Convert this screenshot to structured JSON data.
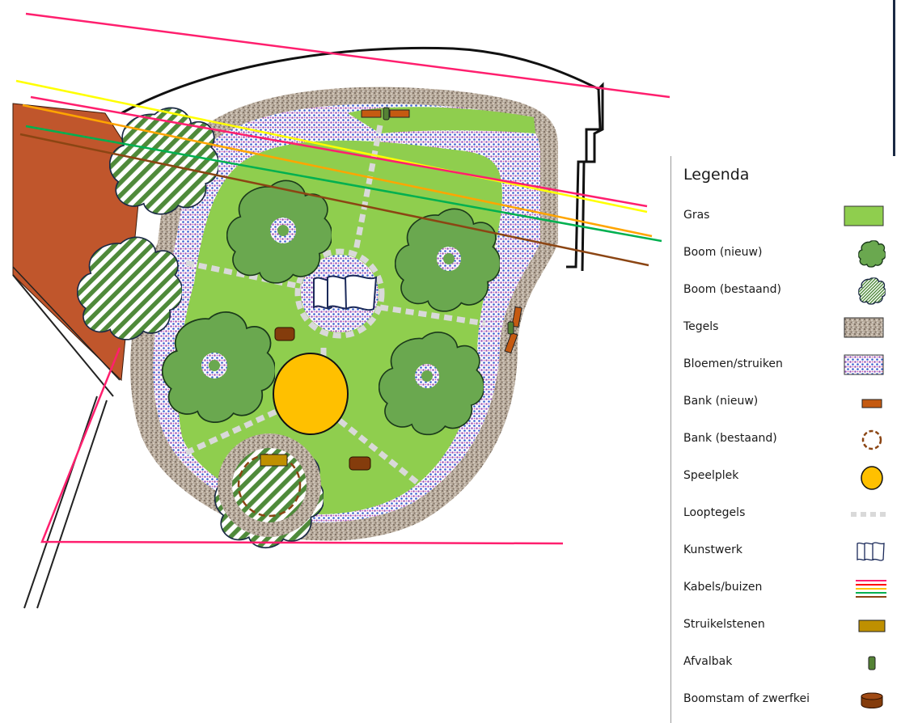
{
  "legend": {
    "title": "Legenda",
    "items": [
      {
        "label": "Gras",
        "icon": "grass-swatch-icon"
      },
      {
        "label": "Boom (nieuw)",
        "icon": "new-tree-icon"
      },
      {
        "label": "Boom (bestaand)",
        "icon": "existing-tree-icon"
      },
      {
        "label": "Tegels",
        "icon": "tiles-swatch-icon"
      },
      {
        "label": "Bloemen/struiken",
        "icon": "flowers-swatch-icon"
      },
      {
        "label": "Bank (nieuw)",
        "icon": "new-bench-icon"
      },
      {
        "label": "Bank (bestaand)",
        "icon": "existing-bench-icon"
      },
      {
        "label": "Speelplek",
        "icon": "playground-icon"
      },
      {
        "label": "Looptegels",
        "icon": "stepping-tiles-icon"
      },
      {
        "label": "Kunstwerk",
        "icon": "artwork-icon"
      },
      {
        "label": "Kabels/buizen",
        "icon": "cables-icon"
      },
      {
        "label": "Struikelstenen",
        "icon": "stumbling-stones-icon"
      },
      {
        "label": "Afvalbak",
        "icon": "waste-bin-icon"
      },
      {
        "label": "Boomstam of zwerfkei",
        "icon": "tree-trunk-icon"
      }
    ]
  },
  "colors": {
    "grass": "#8fce4e",
    "new_tree": "#6aa84f",
    "existing_tree_stripe": "#4f8a3a",
    "tiles": "#b5a99a",
    "flowers": "#9b5fc0",
    "bench_new": "#c55a11",
    "bench_existing": "#8b4513",
    "playground": "#ffc000",
    "stepping_tiles": "#d9d9d9",
    "stumbling_stones": "#bf9000",
    "waste_bin": "#548235",
    "tree_trunk": "#843c0c",
    "cable_pink": "#ff1f6e",
    "cable_yellow": "#ffff00",
    "cable_orange": "#ffa500",
    "cable_green": "#00b050",
    "cable_brown": "#8b4513",
    "road": "#c0562c"
  }
}
